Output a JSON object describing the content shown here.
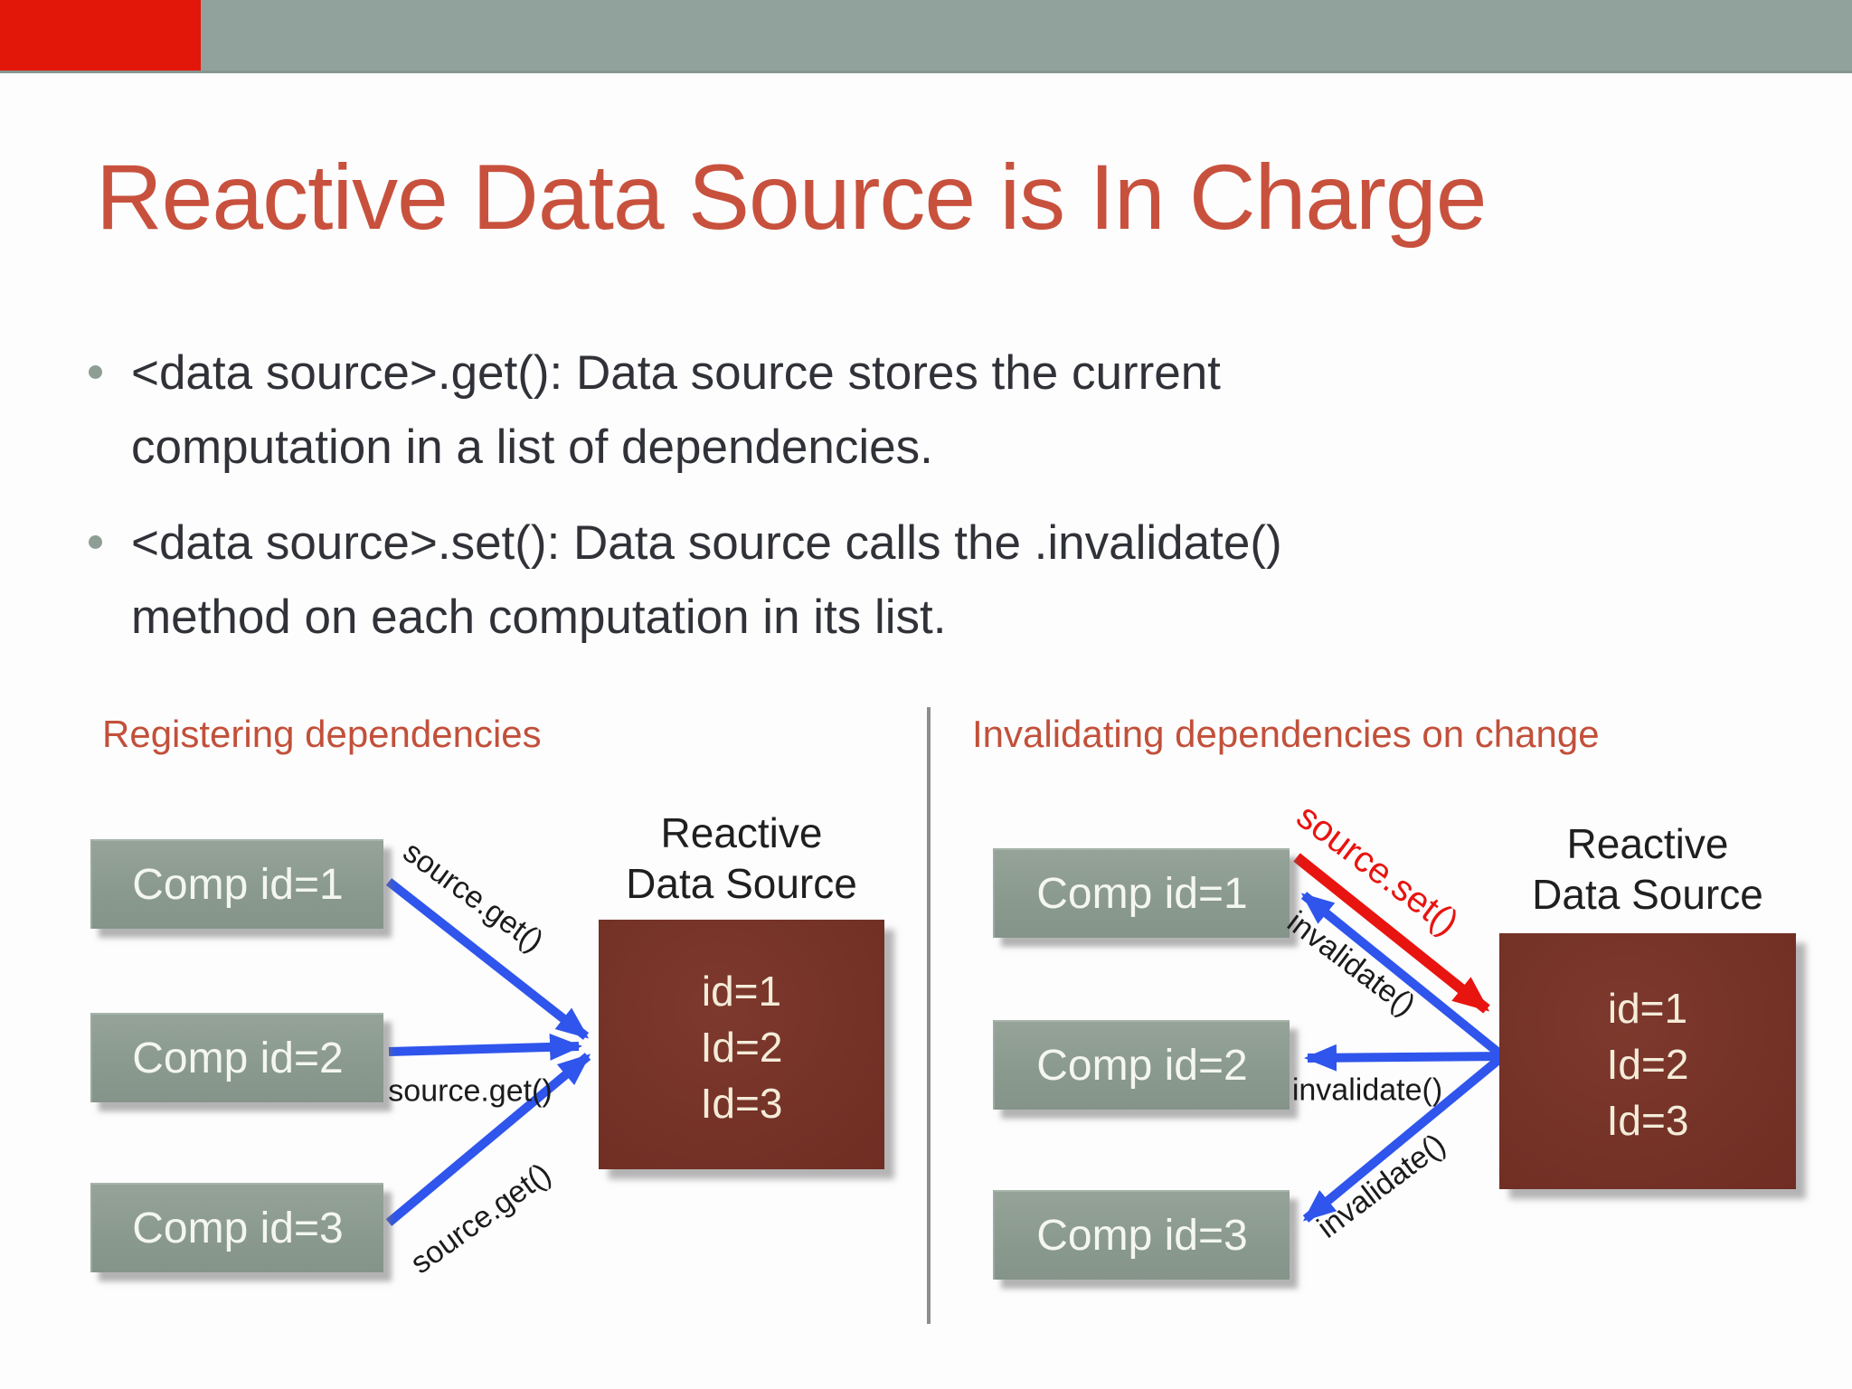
{
  "slide": {
    "title": "Reactive Data Source is In Charge",
    "bullets": [
      {
        "lines": [
          "<data source>.get(): Data source stores the current",
          "computation in a list of dependencies."
        ]
      },
      {
        "lines": [
          "<data source>.set(): Data source calls the .invalidate()",
          "method on each computation in its list."
        ]
      }
    ]
  },
  "left_panel": {
    "heading": "Registering dependencies",
    "source_title_lines": [
      "Reactive",
      "Data Source"
    ],
    "components": [
      "Comp id=1",
      "Comp id=2",
      "Comp id=3"
    ],
    "source_items": [
      "id=1",
      "Id=2",
      "Id=3"
    ],
    "arrow_labels": [
      "source.get()",
      "source.get()",
      "source.get()"
    ]
  },
  "right_panel": {
    "heading": "Invalidating dependencies on change",
    "source_title_lines": [
      "Reactive",
      "Data Source"
    ],
    "components": [
      "Comp id=1",
      "Comp id=2",
      "Comp id=3"
    ],
    "source_items": [
      "id=1",
      "Id=2",
      "Id=3"
    ],
    "set_arrow_label": "source.set()",
    "invalidate_labels": [
      "invalidate()",
      "invalidate()",
      "invalidate()"
    ]
  },
  "colors": {
    "top_bar": "#91a19b",
    "corner_marker": "#e2170a",
    "title_accent": "#c8513d",
    "heading_accent": "#c2503a",
    "component_box": "#8a998e",
    "source_box": "#753227",
    "arrow_blue": "#2f55ec",
    "arrow_red": "#e81410",
    "body_text": "#303238"
  }
}
